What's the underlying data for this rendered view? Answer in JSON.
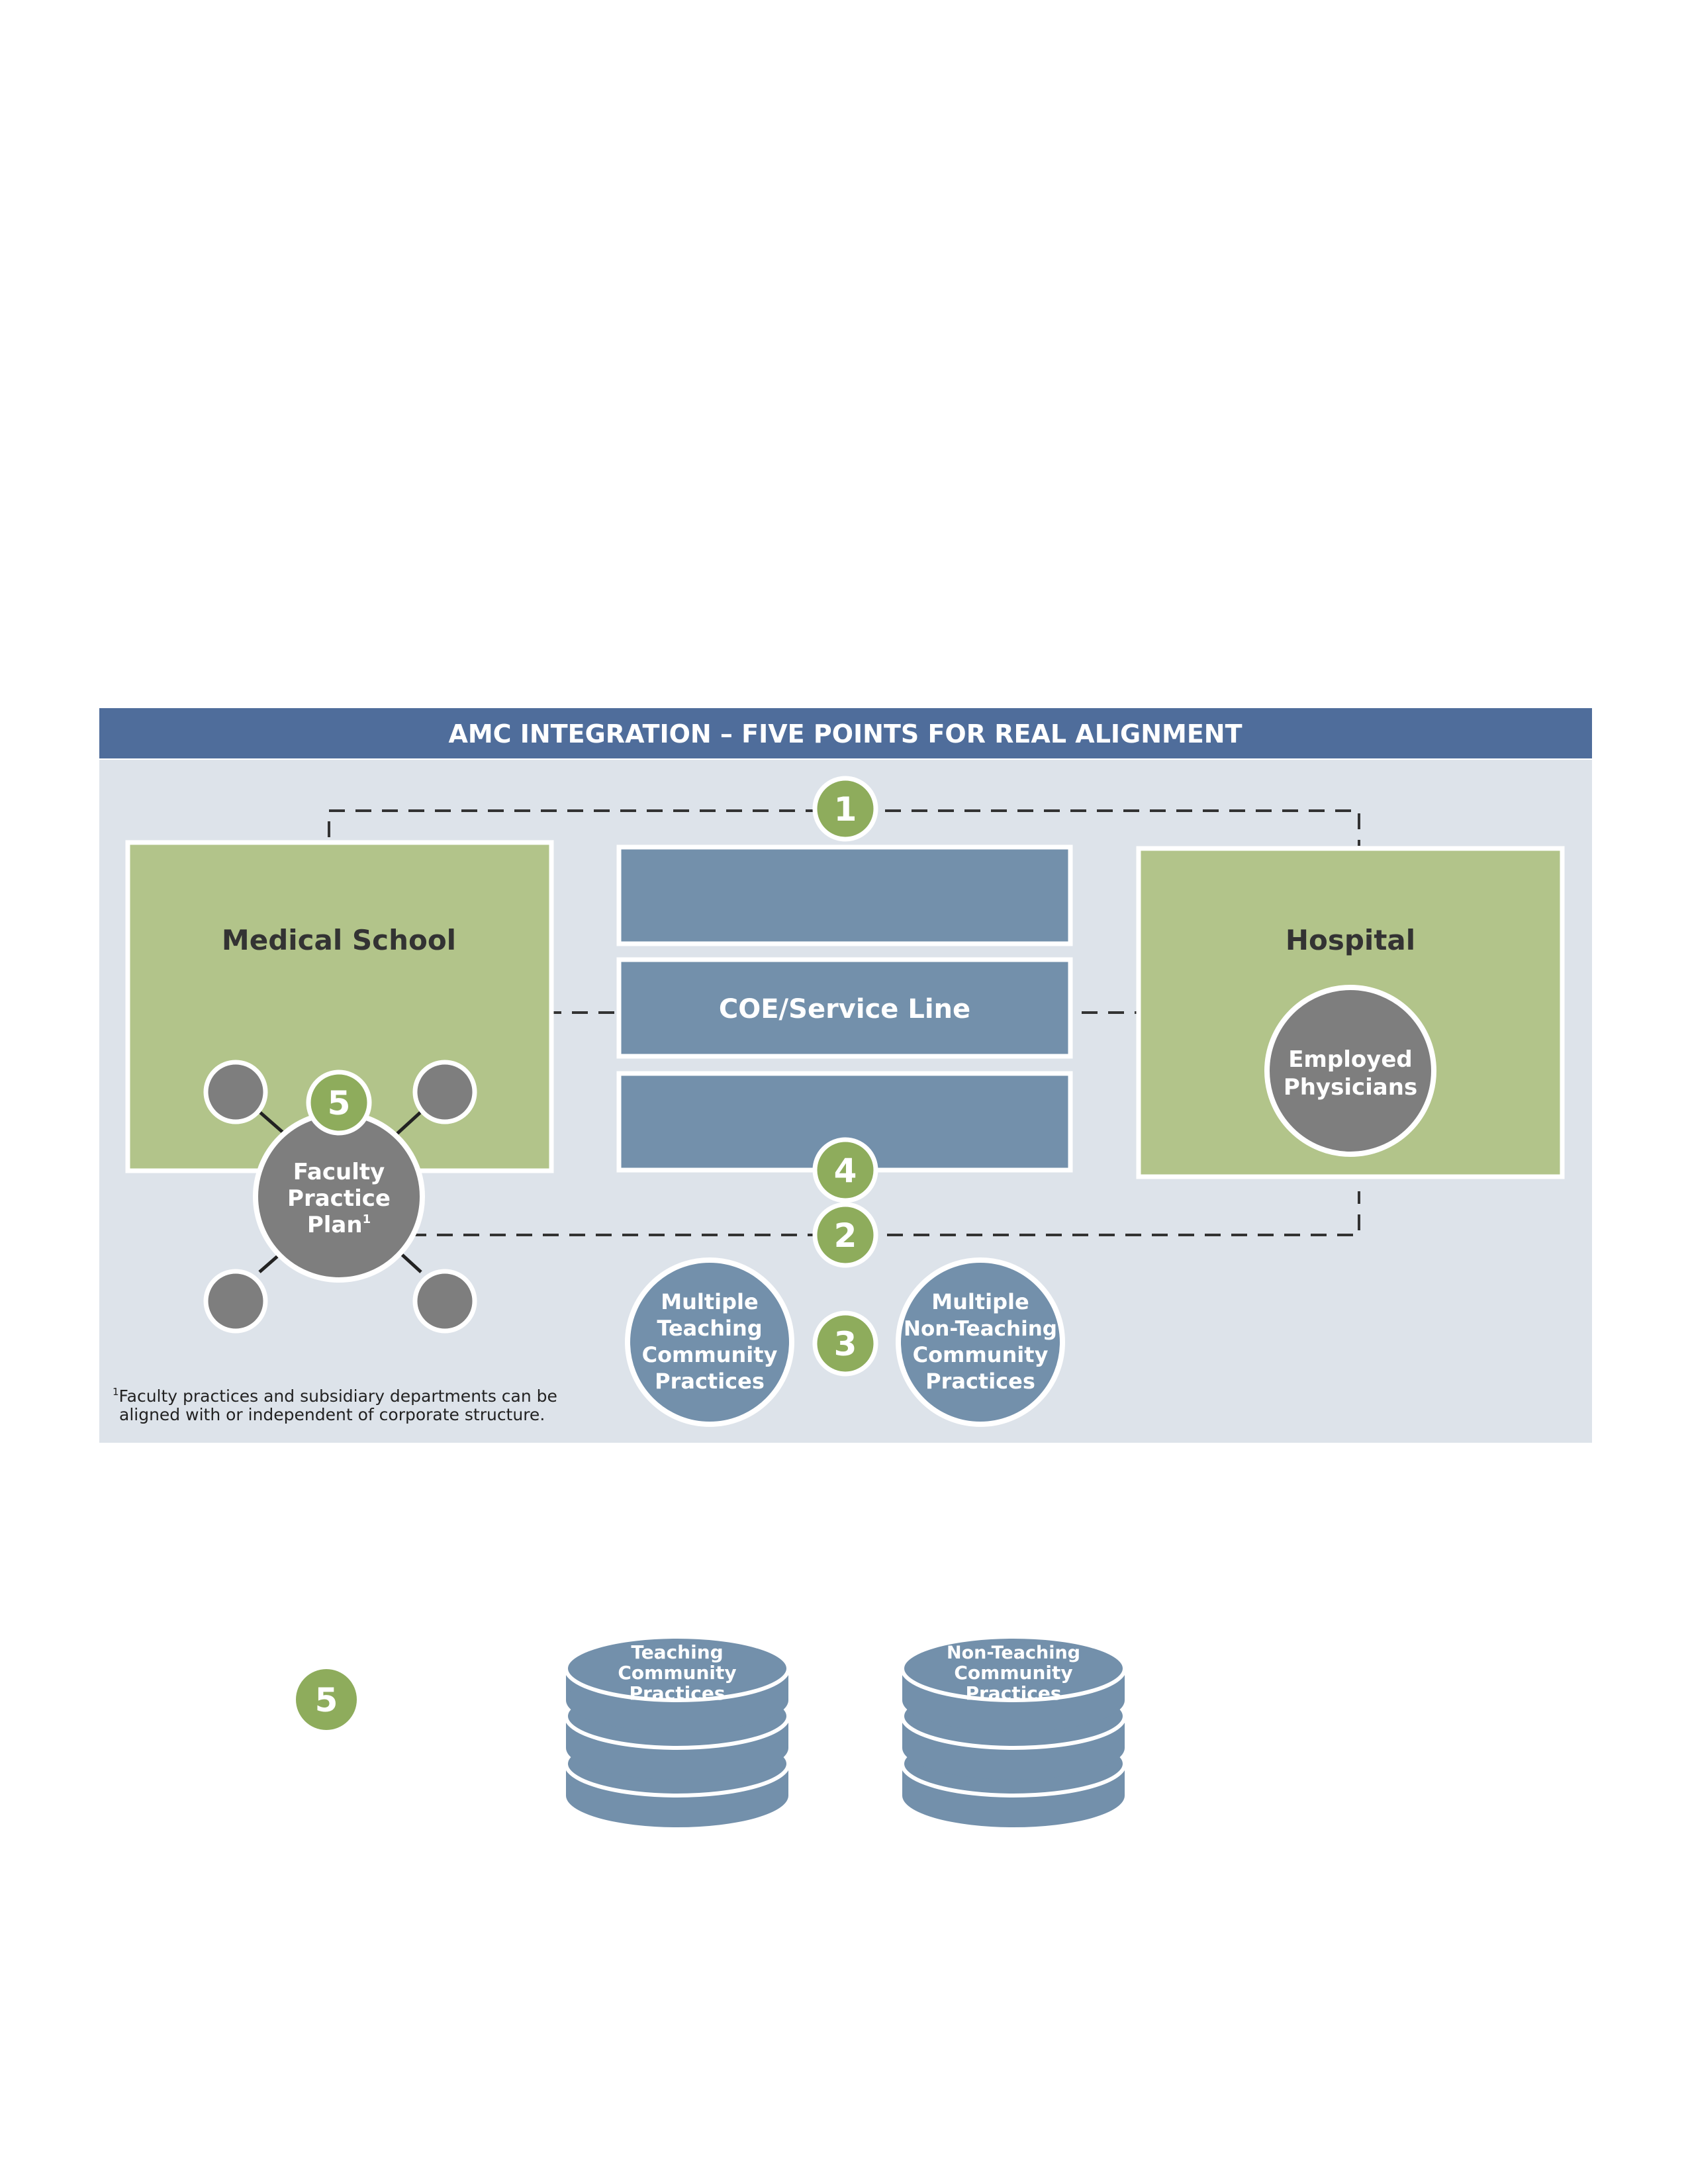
{
  "title": "AMC INTEGRATION – FIVE POINTS FOR REAL ALIGNMENT",
  "colors": {
    "header": "#4f6d9b",
    "panel": "#dde3ea",
    "green_box": "#b2c48a",
    "green_badge": "#8eac5c",
    "blue_box": "#7390ab",
    "gray_circle": "#7e7e7e",
    "dark_text": "#333333",
    "white": "#ffffff"
  },
  "medical_school": {
    "label": "Medical School"
  },
  "hospital": {
    "label": "Hospital"
  },
  "coe": {
    "label": "COE/Service Line"
  },
  "employed_physicians": {
    "line1": "Employed",
    "line2": "Physicians"
  },
  "faculty_plan": {
    "line1": "Faculty",
    "line2": "Practice",
    "line3": "Plan",
    "sup": "1"
  },
  "teaching_practices": {
    "line1": "Multiple",
    "line2": "Teaching",
    "line3": "Community",
    "line4": "Practices"
  },
  "non_teaching_practices": {
    "line1": "Multiple",
    "line2": "Non-Teaching",
    "line3": "Community",
    "line4": "Practices"
  },
  "badges": {
    "b1": "1",
    "b2": "2",
    "b3": "3",
    "b4": "4",
    "b5": "5",
    "b5_lower": "5"
  },
  "footnote": {
    "sup": "1",
    "line1": "Faculty practices and subsidiary departments can be",
    "line2": "aligned with or independent of corporate structure."
  },
  "stack_teaching": {
    "line1": "Teaching",
    "line2": "Community",
    "line3": "Practices"
  },
  "stack_non_teaching": {
    "line1": "Non-Teaching",
    "line2": "Community",
    "line3": "Practices"
  }
}
